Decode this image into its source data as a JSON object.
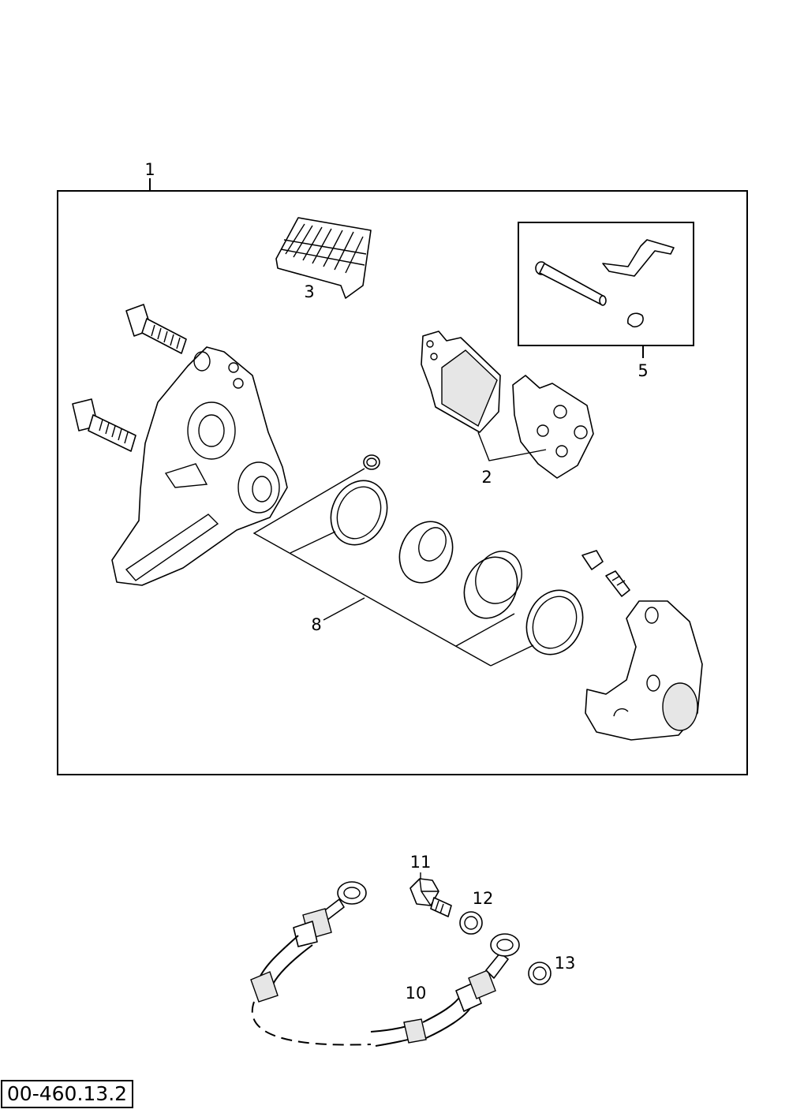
{
  "labels": {
    "p1": "1",
    "p2": "2",
    "p3": "3",
    "p5": "5",
    "p8": "8",
    "p10": "10",
    "p11": "11",
    "p12": "12",
    "p13": "13"
  },
  "drawing_code": "00-460.13.2"
}
